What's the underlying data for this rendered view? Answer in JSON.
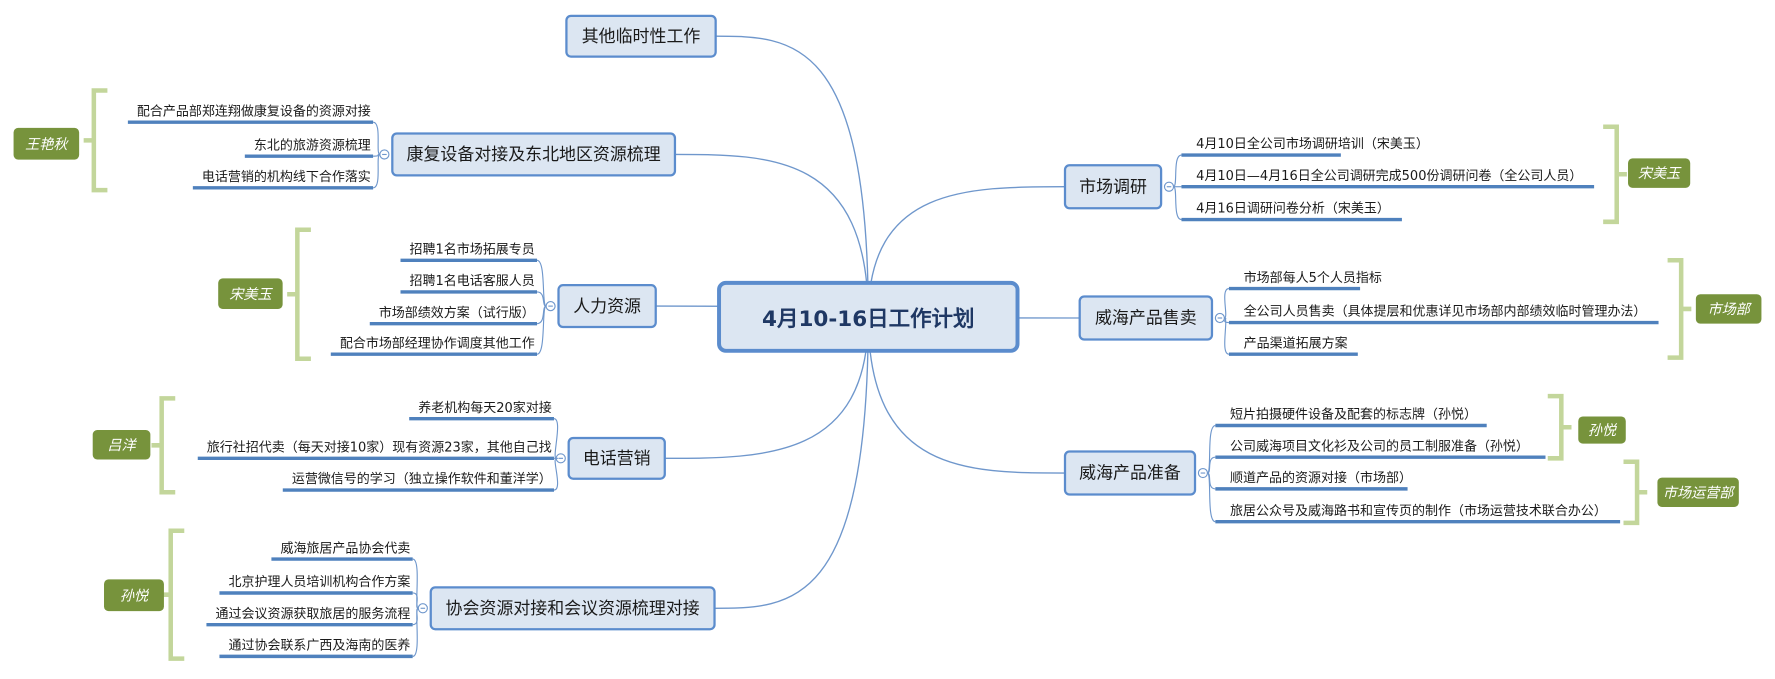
{
  "colors": {
    "node_fill": "#dce6f2",
    "node_border": "#5b8ccd",
    "line": "#4f81bd",
    "connector": "#6f97cc",
    "bracket": "#c3d69b",
    "label_fill": "#77933c",
    "label_text": "#ffffff",
    "text": "#1a1a1a",
    "center_text": "#1f3864"
  },
  "center": {
    "label": "4月10-16日工作计划"
  },
  "branches": [
    {
      "label": "其他临时性工作",
      "leaves": [],
      "groups": []
    },
    {
      "label": "康复设备对接及东北地区资源梳理",
      "leaves": [
        "配合产品部郑连翔做康复设备的资源对接",
        "东北的旅游资源梳理",
        "电话营销的机构线下合作落实"
      ],
      "groups": [
        {
          "owner": "王艳秋"
        }
      ]
    },
    {
      "label": "人力资源",
      "leaves": [
        "招聘1名市场拓展专员",
        "招聘1名电话客服人员",
        "市场部绩效方案（试行版）",
        "配合市场部经理协作调度其他工作"
      ],
      "groups": [
        {
          "owner": "宋美玉"
        }
      ]
    },
    {
      "label": "电话营销",
      "leaves": [
        "养老机构每天20家对接",
        "旅行社招代卖（每天对接10家）现有资源23家，其他自己找",
        "运营微信号的学习（独立操作软件和董洋学）"
      ],
      "groups": [
        {
          "owner": "吕洋"
        }
      ]
    },
    {
      "label": "协会资源对接和会议资源梳理对接",
      "leaves": [
        "威海旅居产品协会代卖",
        "北京护理人员培训机构合作方案",
        "通过会议资源获取旅居的服务流程",
        "通过协会联系广西及海南的医养"
      ],
      "groups": [
        {
          "owner": "孙悦"
        }
      ]
    },
    {
      "label": "市场调研",
      "leaves": [
        "4月10日全公司市场调研培训（宋美玉）",
        "4月10日—4月16日全公司调研完成500份调研问卷（全公司人员）",
        "4月16日调研问卷分析（宋美玉）"
      ],
      "groups": [
        {
          "owner": "宋美玉"
        }
      ]
    },
    {
      "label": "威海产品售卖",
      "leaves": [
        "市场部每人5个人员指标",
        "全公司人员售卖（具体提层和优惠详见市场部内部绩效临时管理办法）",
        "产品渠道拓展方案"
      ],
      "groups": [
        {
          "owner": "市场部"
        }
      ]
    },
    {
      "label": "威海产品准备",
      "leaves": [
        "短片拍摄硬件设备及配套的标志牌（孙悦）",
        "公司威海项目文化衫及公司的员工制服准备（孙悦）",
        "顺道产品的资源对接（市场部）",
        "旅居公众号及威海路书和宣传页的制作（市场运营技术联合办公）"
      ],
      "groups": [
        {
          "owner": "孙悦"
        },
        {
          "owner": "市场运营部"
        }
      ]
    }
  ]
}
